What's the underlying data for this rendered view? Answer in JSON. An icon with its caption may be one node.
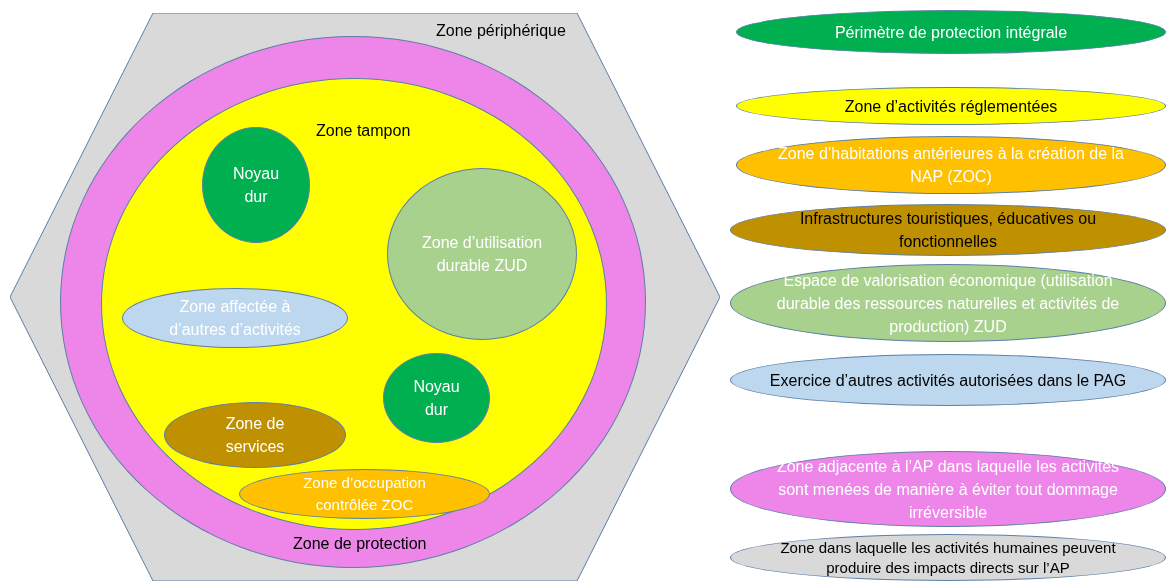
{
  "diagram": {
    "nodes": [
      {
        "text": [
          "Zone périphérique"
        ]
      },
      {
        "text": [
          "Zone de protection"
        ],
        "in": 0
      },
      {
        "text": [
          "Zone tampon"
        ],
        "in": 1
      },
      {
        "text": [
          "Noyau dur"
        ],
        "in": 2
      },
      {
        "text": [
          "Zone d’utilisation durable ZUD"
        ],
        "in": 2
      },
      {
        "text": [
          "Zone affectée à d’autres d’activités"
        ],
        "in": 2
      },
      {
        "text": [
          "Noyau dur"
        ],
        "in": 2
      },
      {
        "text": [
          "Zone de services"
        ],
        "in": 2
      },
      {
        "text": [
          "Zone d’occupation contrôlée ZOC"
        ],
        "in": 2
      },
      {
        "text": [
          "Périmètre de protection intégrale"
        ]
      },
      {
        "text": [
          "Zone d’activités réglementées"
        ]
      },
      {
        "text": [
          "Zone d’habitations antérieures à la création de la NAP (ZOC)"
        ]
      },
      {
        "text": [
          "Infrastructures touristiques, éducatives ou fonctionnelles"
        ]
      },
      {
        "text": [
          "Espace de valorisation économique (utilisation durable des ressources naturelles et activités de production) ZUD"
        ]
      },
      {
        "text": [
          "Exercice d’autres activités autorisées dans le PAG"
        ]
      },
      {
        "text": [
          "Zone adjacente à l’AP dans laquelle les activités sont menées de manière à éviter tout dommage irréversible"
        ]
      },
      {
        "text": [
          "Zone dans laquelle les activités humaines peuvent produire des impacts directs sur l’AP"
        ]
      }
    ]
  }
}
